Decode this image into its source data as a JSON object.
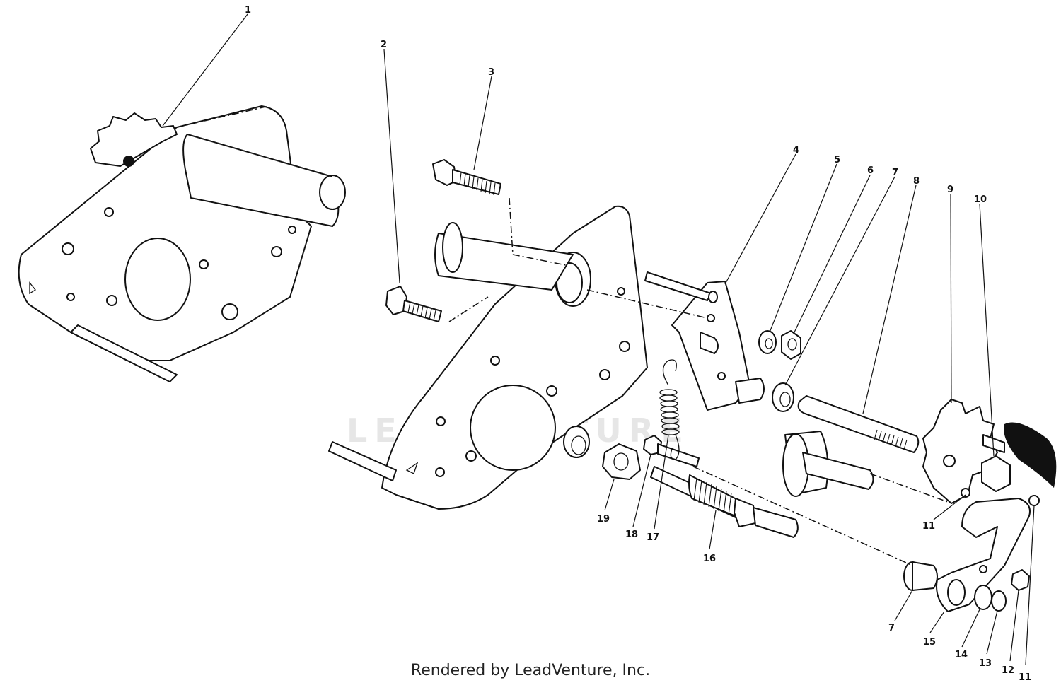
{
  "watermark": {
    "text": "LEADVENTURE"
  },
  "footer": {
    "text": "Rendered by LeadVenture, Inc."
  },
  "callouts": [
    {
      "id": "c1",
      "label": "1"
    },
    {
      "id": "c2",
      "label": "2"
    },
    {
      "id": "c3",
      "label": "3"
    },
    {
      "id": "c4",
      "label": "4"
    },
    {
      "id": "c5",
      "label": "5"
    },
    {
      "id": "c6",
      "label": "6"
    },
    {
      "id": "c7a",
      "label": "7"
    },
    {
      "id": "c8",
      "label": "8"
    },
    {
      "id": "c9",
      "label": "9"
    },
    {
      "id": "c10",
      "label": "10"
    },
    {
      "id": "c11a",
      "label": "11"
    },
    {
      "id": "c19",
      "label": "19"
    },
    {
      "id": "c18",
      "label": "18"
    },
    {
      "id": "c17",
      "label": "17"
    },
    {
      "id": "c16",
      "label": "16"
    },
    {
      "id": "c7b",
      "label": "7"
    },
    {
      "id": "c15",
      "label": "15"
    },
    {
      "id": "c14",
      "label": "14"
    },
    {
      "id": "c13",
      "label": "13"
    },
    {
      "id": "c12",
      "label": "12"
    },
    {
      "id": "c11b",
      "label": "11"
    }
  ]
}
